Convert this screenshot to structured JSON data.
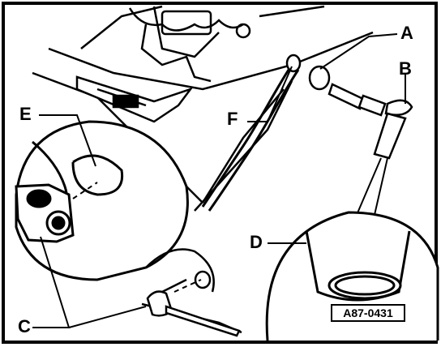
{
  "labels": {
    "a": "A",
    "b": "B",
    "c": "C",
    "d": "D",
    "e": "E",
    "f": "F"
  },
  "reference_code": "A87-0431"
}
